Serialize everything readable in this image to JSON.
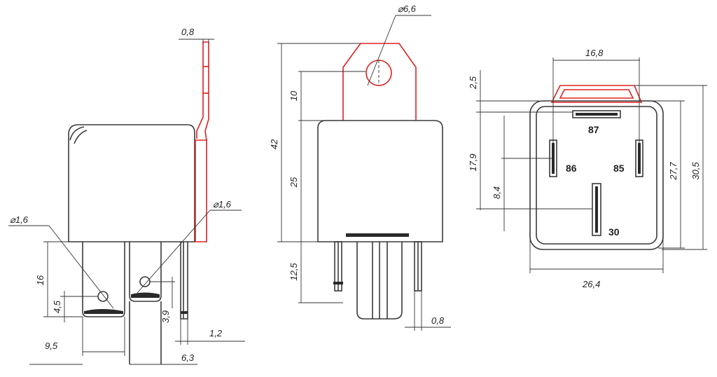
{
  "side_view": {
    "d_top_thickness": "0,8",
    "d_hole_left": "⌀1,6",
    "d_hole_right": "⌀1,6",
    "d_pin_height": "16",
    "d_hole_offset": "4,5",
    "d_pin_spacing": "9,5",
    "d_small_offset": "3,9",
    "d_pin_width_a": "1,2",
    "d_pin_width_b": "6,3"
  },
  "front_view": {
    "d_mount_hole": "⌀6,6",
    "d_total_height": "42",
    "d_tab_height": "10",
    "d_body_height": "25",
    "d_pin_length": "12,5",
    "d_pin_thickness": "0,8"
  },
  "bottom_view": {
    "d_top_width": "16,8",
    "d_offset_top": "2,5",
    "d_pin_row_a": "17,9",
    "d_pin_row_b": "8,4",
    "d_inner_height": "27,7",
    "d_outer_height": "30,5",
    "d_outer_width": "26,4",
    "pin_87": "87",
    "pin_86": "86",
    "pin_85": "85",
    "pin_30": "30"
  },
  "colors": {
    "outline": "#3a3a3a",
    "highlight": "#e02020",
    "background": "#ffffff"
  }
}
